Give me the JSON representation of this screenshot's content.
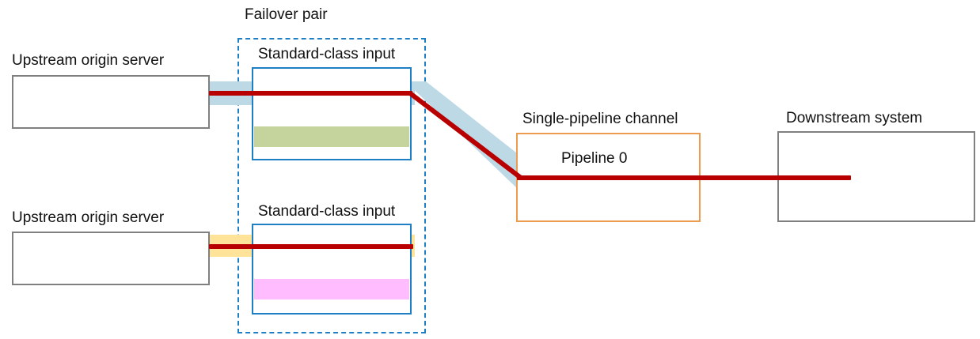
{
  "diagram": {
    "title_failover": "Failover pair",
    "nodes": {
      "upstream_top": {
        "label": "Upstream origin server"
      },
      "upstream_bottom": {
        "label": "Upstream origin server"
      },
      "input_top": {
        "label": "Standard-class input"
      },
      "input_bottom": {
        "label": "Standard-class input"
      },
      "channel": {
        "label": "Single-pipeline channel"
      },
      "pipeline": {
        "label": "Pipeline 0"
      },
      "downstream": {
        "label": "Downstream system"
      }
    },
    "colors": {
      "gray_border": "#808080",
      "blue_border": "#1f7fc4",
      "orange_border": "#ed9b4f",
      "red_flow": "#b90000",
      "band_lightblue": "#bdd9e6",
      "band_green": "#c5d49c",
      "band_yellow": "#ffe399",
      "band_pink": "#ffbcff",
      "band_gray": "#d9d9d9",
      "text": "#111111"
    }
  }
}
